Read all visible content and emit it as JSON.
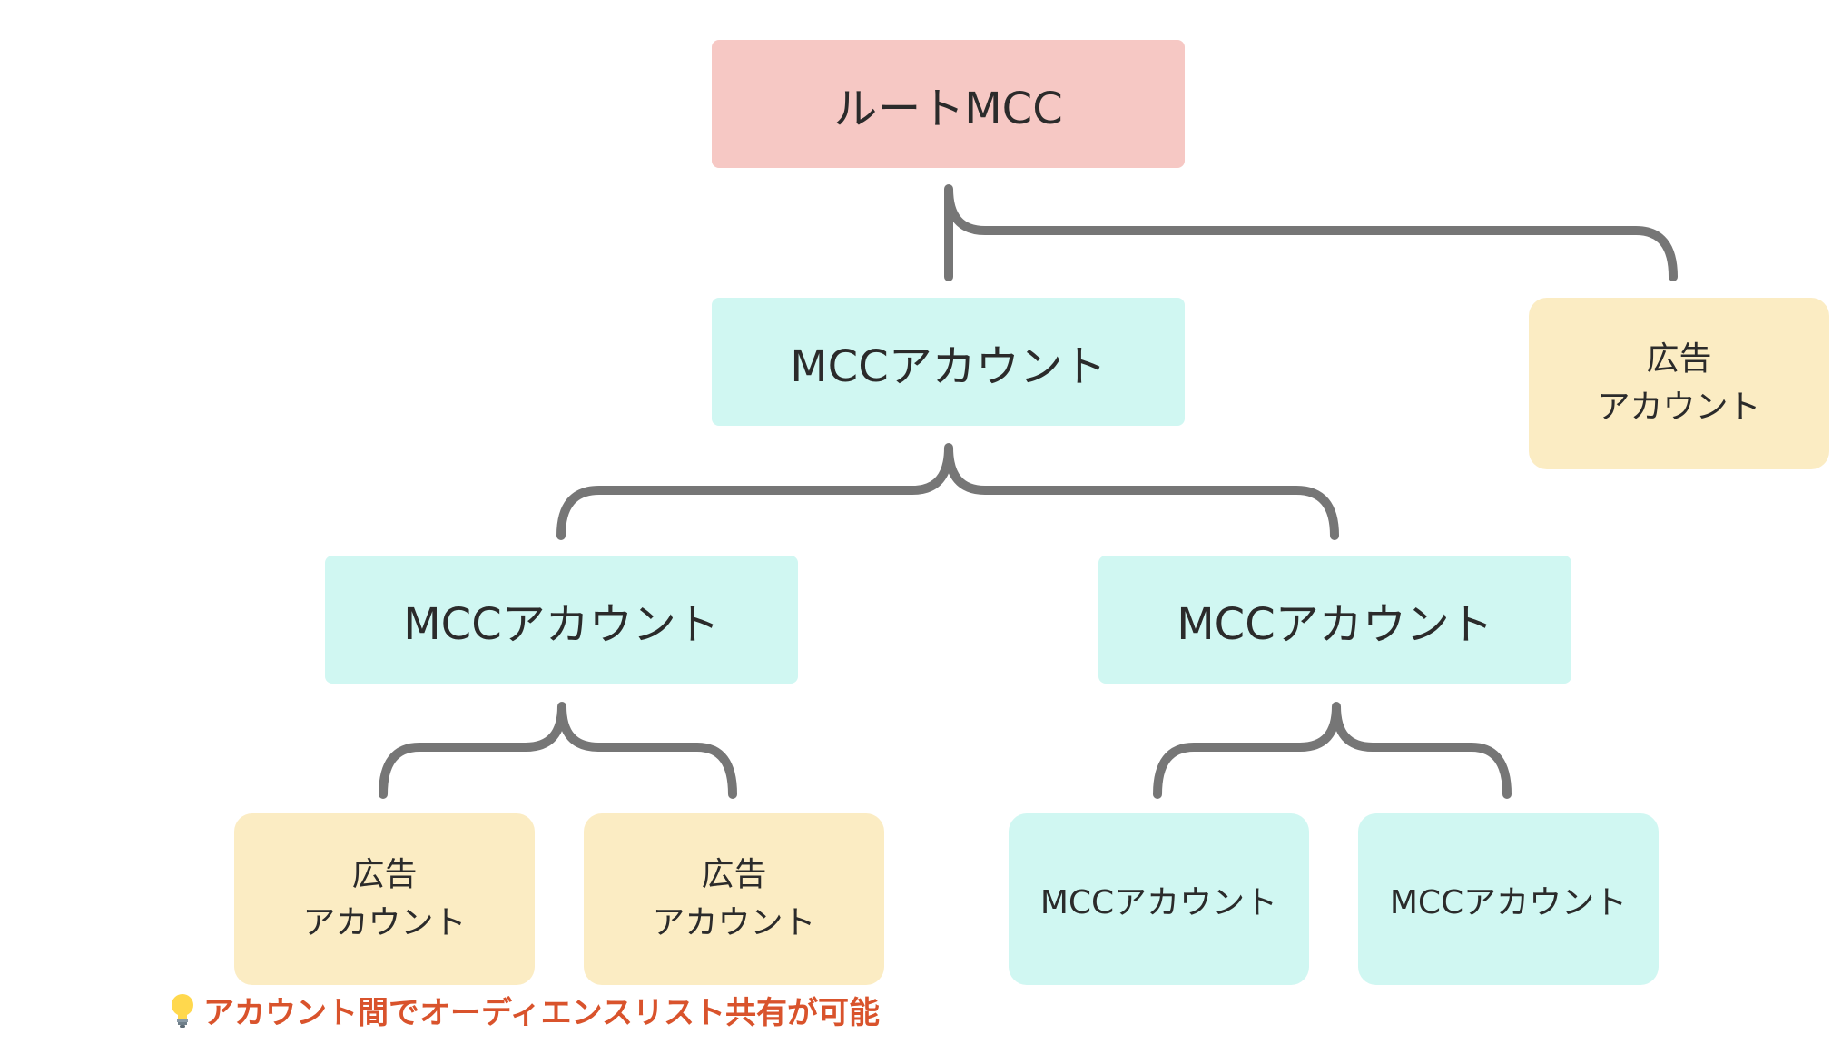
{
  "diagram": {
    "root": {
      "label": "ルートMCC"
    },
    "level1": {
      "mcc": {
        "label": "MCCアカウント"
      },
      "ad_account": {
        "line1": "広告",
        "line2": "アカウント"
      }
    },
    "level2": {
      "left_mcc": {
        "label": "MCCアカウント"
      },
      "right_mcc": {
        "label": "MCCアカウント"
      }
    },
    "level3": {
      "left_ad_1": {
        "line1": "広告",
        "line2": "アカウント"
      },
      "left_ad_2": {
        "line1": "広告",
        "line2": "アカウント"
      },
      "right_mcc_1": {
        "label": "MCCアカウント"
      },
      "right_mcc_2": {
        "label": "MCCアカウント"
      }
    },
    "note": {
      "icon": "lightbulb-icon",
      "text": "アカウント間でオーディエンスリスト共有が可能"
    },
    "colors": {
      "root": "#f6c8c4",
      "mcc": "#d0f7f2",
      "ad_account": "#fbecc3",
      "connector": "#767676",
      "note": "#d9532c"
    }
  }
}
